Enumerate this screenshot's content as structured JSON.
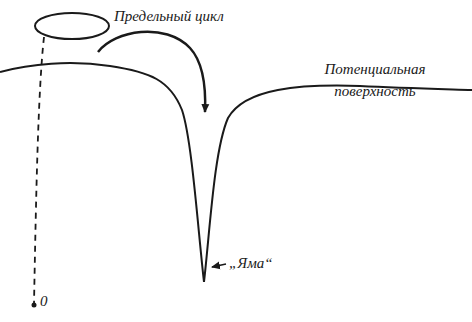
{
  "diagram": {
    "labels": [
      "Предельный цикл",
      "Потенциальная поверхность",
      "„Яма“",
      "0"
    ]
  }
}
